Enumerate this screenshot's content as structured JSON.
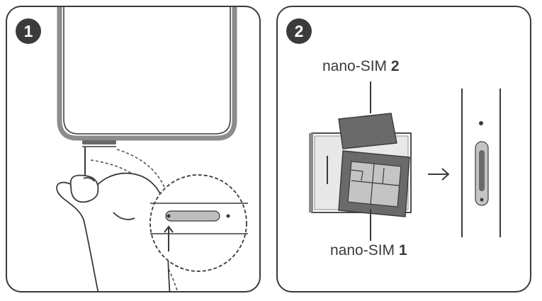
{
  "steps": [
    {
      "number": "1"
    },
    {
      "number": "2"
    }
  ],
  "labels": {
    "sim2_text": "nano-SIM ",
    "sim2_num": "2",
    "sim1_text": "nano-SIM ",
    "sim1_num": "1"
  },
  "colors": {
    "outline": "#3a3a3a",
    "phone_frame": "#8c8c8c",
    "tray_fill": "#bdbdbd",
    "sim_dark": "#6a6a6a",
    "sim_light": "#c4c4c4"
  },
  "icons": {
    "arrow": "arrow-right-icon",
    "hand": "finger-icon",
    "magnifier": "zoom-circle"
  }
}
